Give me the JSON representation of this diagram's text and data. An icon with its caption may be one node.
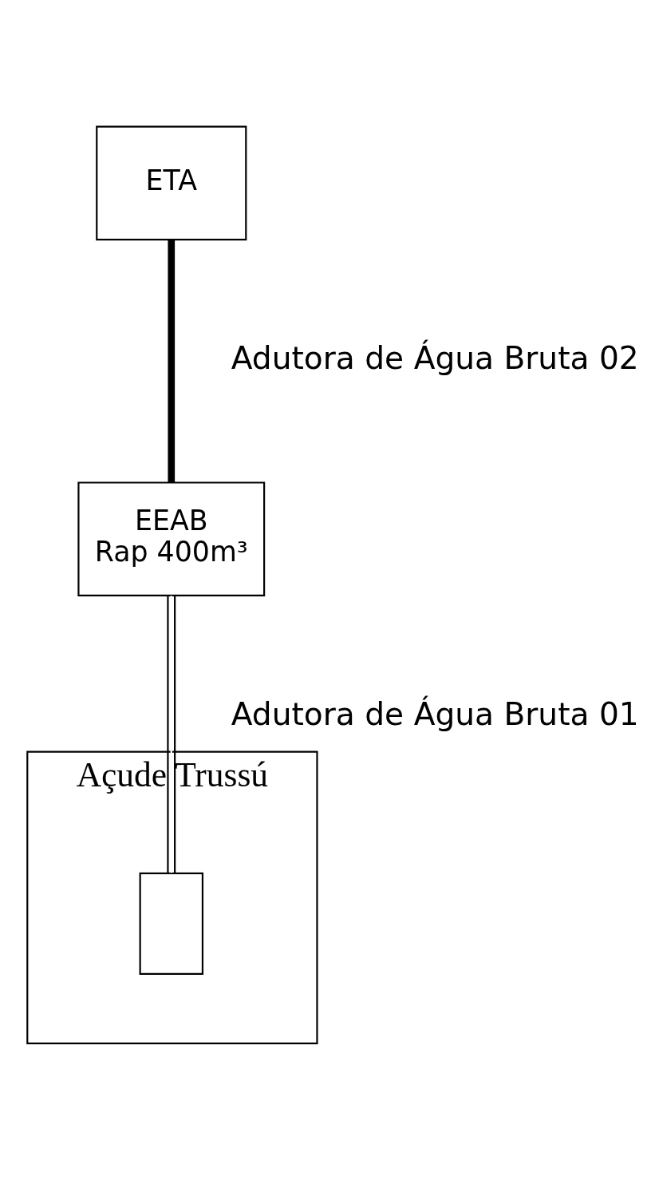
{
  "diagram": {
    "nodes": [
      {
        "text": [
          "ETA"
        ]
      },
      {
        "text": [
          "EEAB",
          "Rap 400m³"
        ]
      },
      {
        "text": [
          "Açude Trussú"
        ]
      },
      {
        "text": [],
        "shape": "box",
        "in": 2
      }
    ],
    "edges": [
      {
        "from": 1,
        "to": 0,
        "arrow": "none",
        "label": "Adutora de Água Bruta 02",
        "style": "thick"
      },
      {
        "from": 3,
        "to": 1,
        "arrow": "none",
        "label": "Adutora de Água Bruta 01"
      }
    ]
  }
}
